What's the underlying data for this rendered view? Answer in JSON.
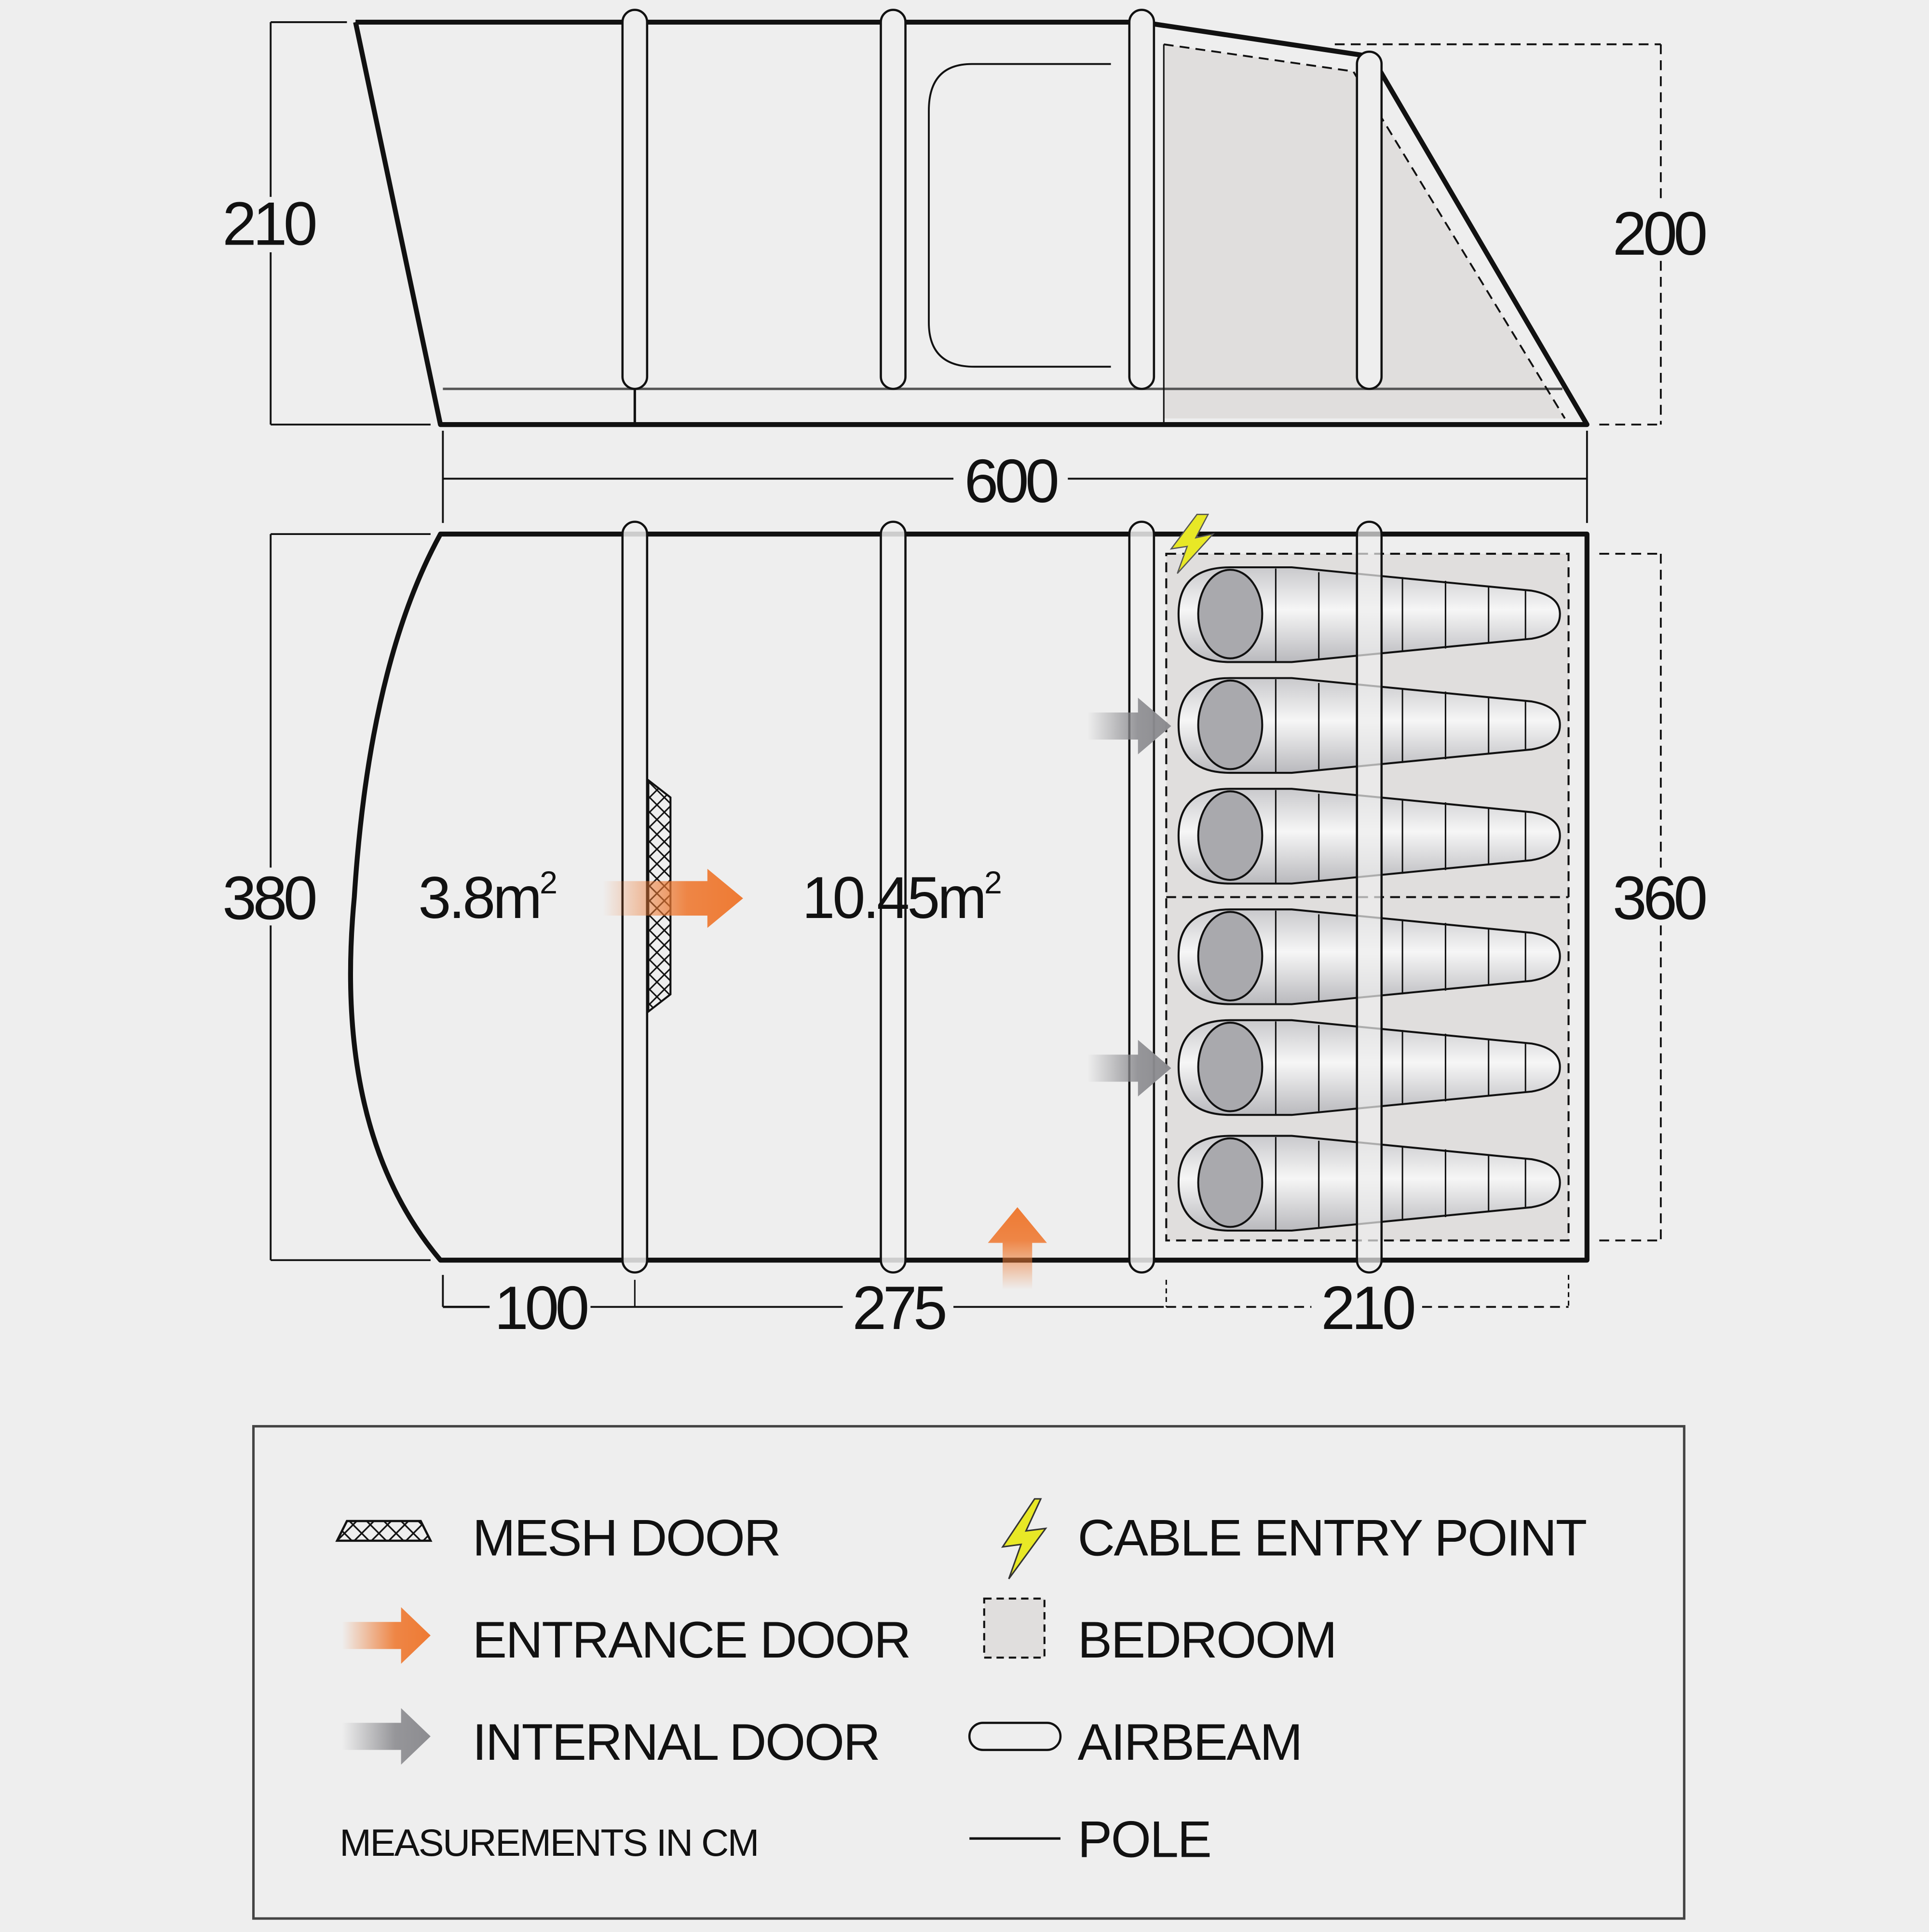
{
  "colors": {
    "background": "#eeeeee",
    "line": "#111111",
    "bedroom_fill": "#e0dedd",
    "entrance_arrow": "#ee7a33",
    "internal_arrow": "#8c8c90",
    "cable_bolt": "#e8e826",
    "head_fill": "#a9a9ad"
  },
  "side_view": {
    "height_front": "210",
    "height_rear": "200",
    "length": "600"
  },
  "floor_plan": {
    "width_outer": "380",
    "width_bedroom": "360",
    "porch_area": "3.8m",
    "living_area": "10.45m",
    "area_superscript": "2",
    "segments": [
      "100",
      "275",
      "210"
    ],
    "sleeping_bags": 6,
    "bedroom_compartments": 2
  },
  "legend": {
    "items": [
      {
        "icon": "mesh-door-icon",
        "label": "MESH DOOR"
      },
      {
        "icon": "entrance-door-arrow-icon",
        "label": "ENTRANCE DOOR"
      },
      {
        "icon": "internal-door-arrow-icon",
        "label": "INTERNAL DOOR"
      },
      {
        "icon": "cable-entry-bolt-icon",
        "label": "CABLE ENTRY POINT"
      },
      {
        "icon": "bedroom-icon",
        "label": "BEDROOM"
      },
      {
        "icon": "airbeam-icon",
        "label": "AIRBEAM"
      },
      {
        "icon": "pole-icon",
        "label": "POLE"
      }
    ],
    "note": "MEASUREMENTS IN CM"
  }
}
